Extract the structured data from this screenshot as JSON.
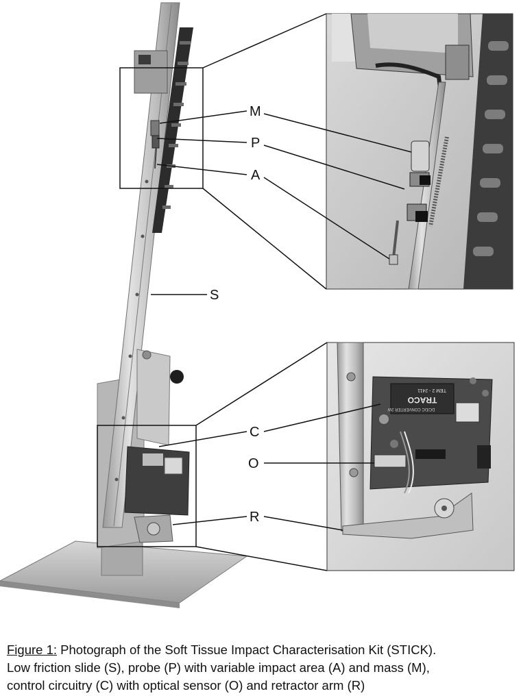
{
  "figure": {
    "labels": {
      "m": "M",
      "p": "P",
      "a": "A",
      "s": "S",
      "c": "C",
      "o": "O",
      "r": "R"
    },
    "board_text": {
      "brand": "TRACO",
      "part": "TEM 2 - 2411",
      "desc": "DC/DC CONVERTER 2W"
    }
  },
  "caption": {
    "lead": "Figure 1:",
    "line1_rest": " Photograph of the Soft Tissue Impact Characterisation Kit (STICK).",
    "line2": "Low friction slide (S), probe (P) with variable impact area (A) and mass (M),",
    "line3": "control circuitry (C) with optical sensor (O) and retractor arm (R)"
  }
}
